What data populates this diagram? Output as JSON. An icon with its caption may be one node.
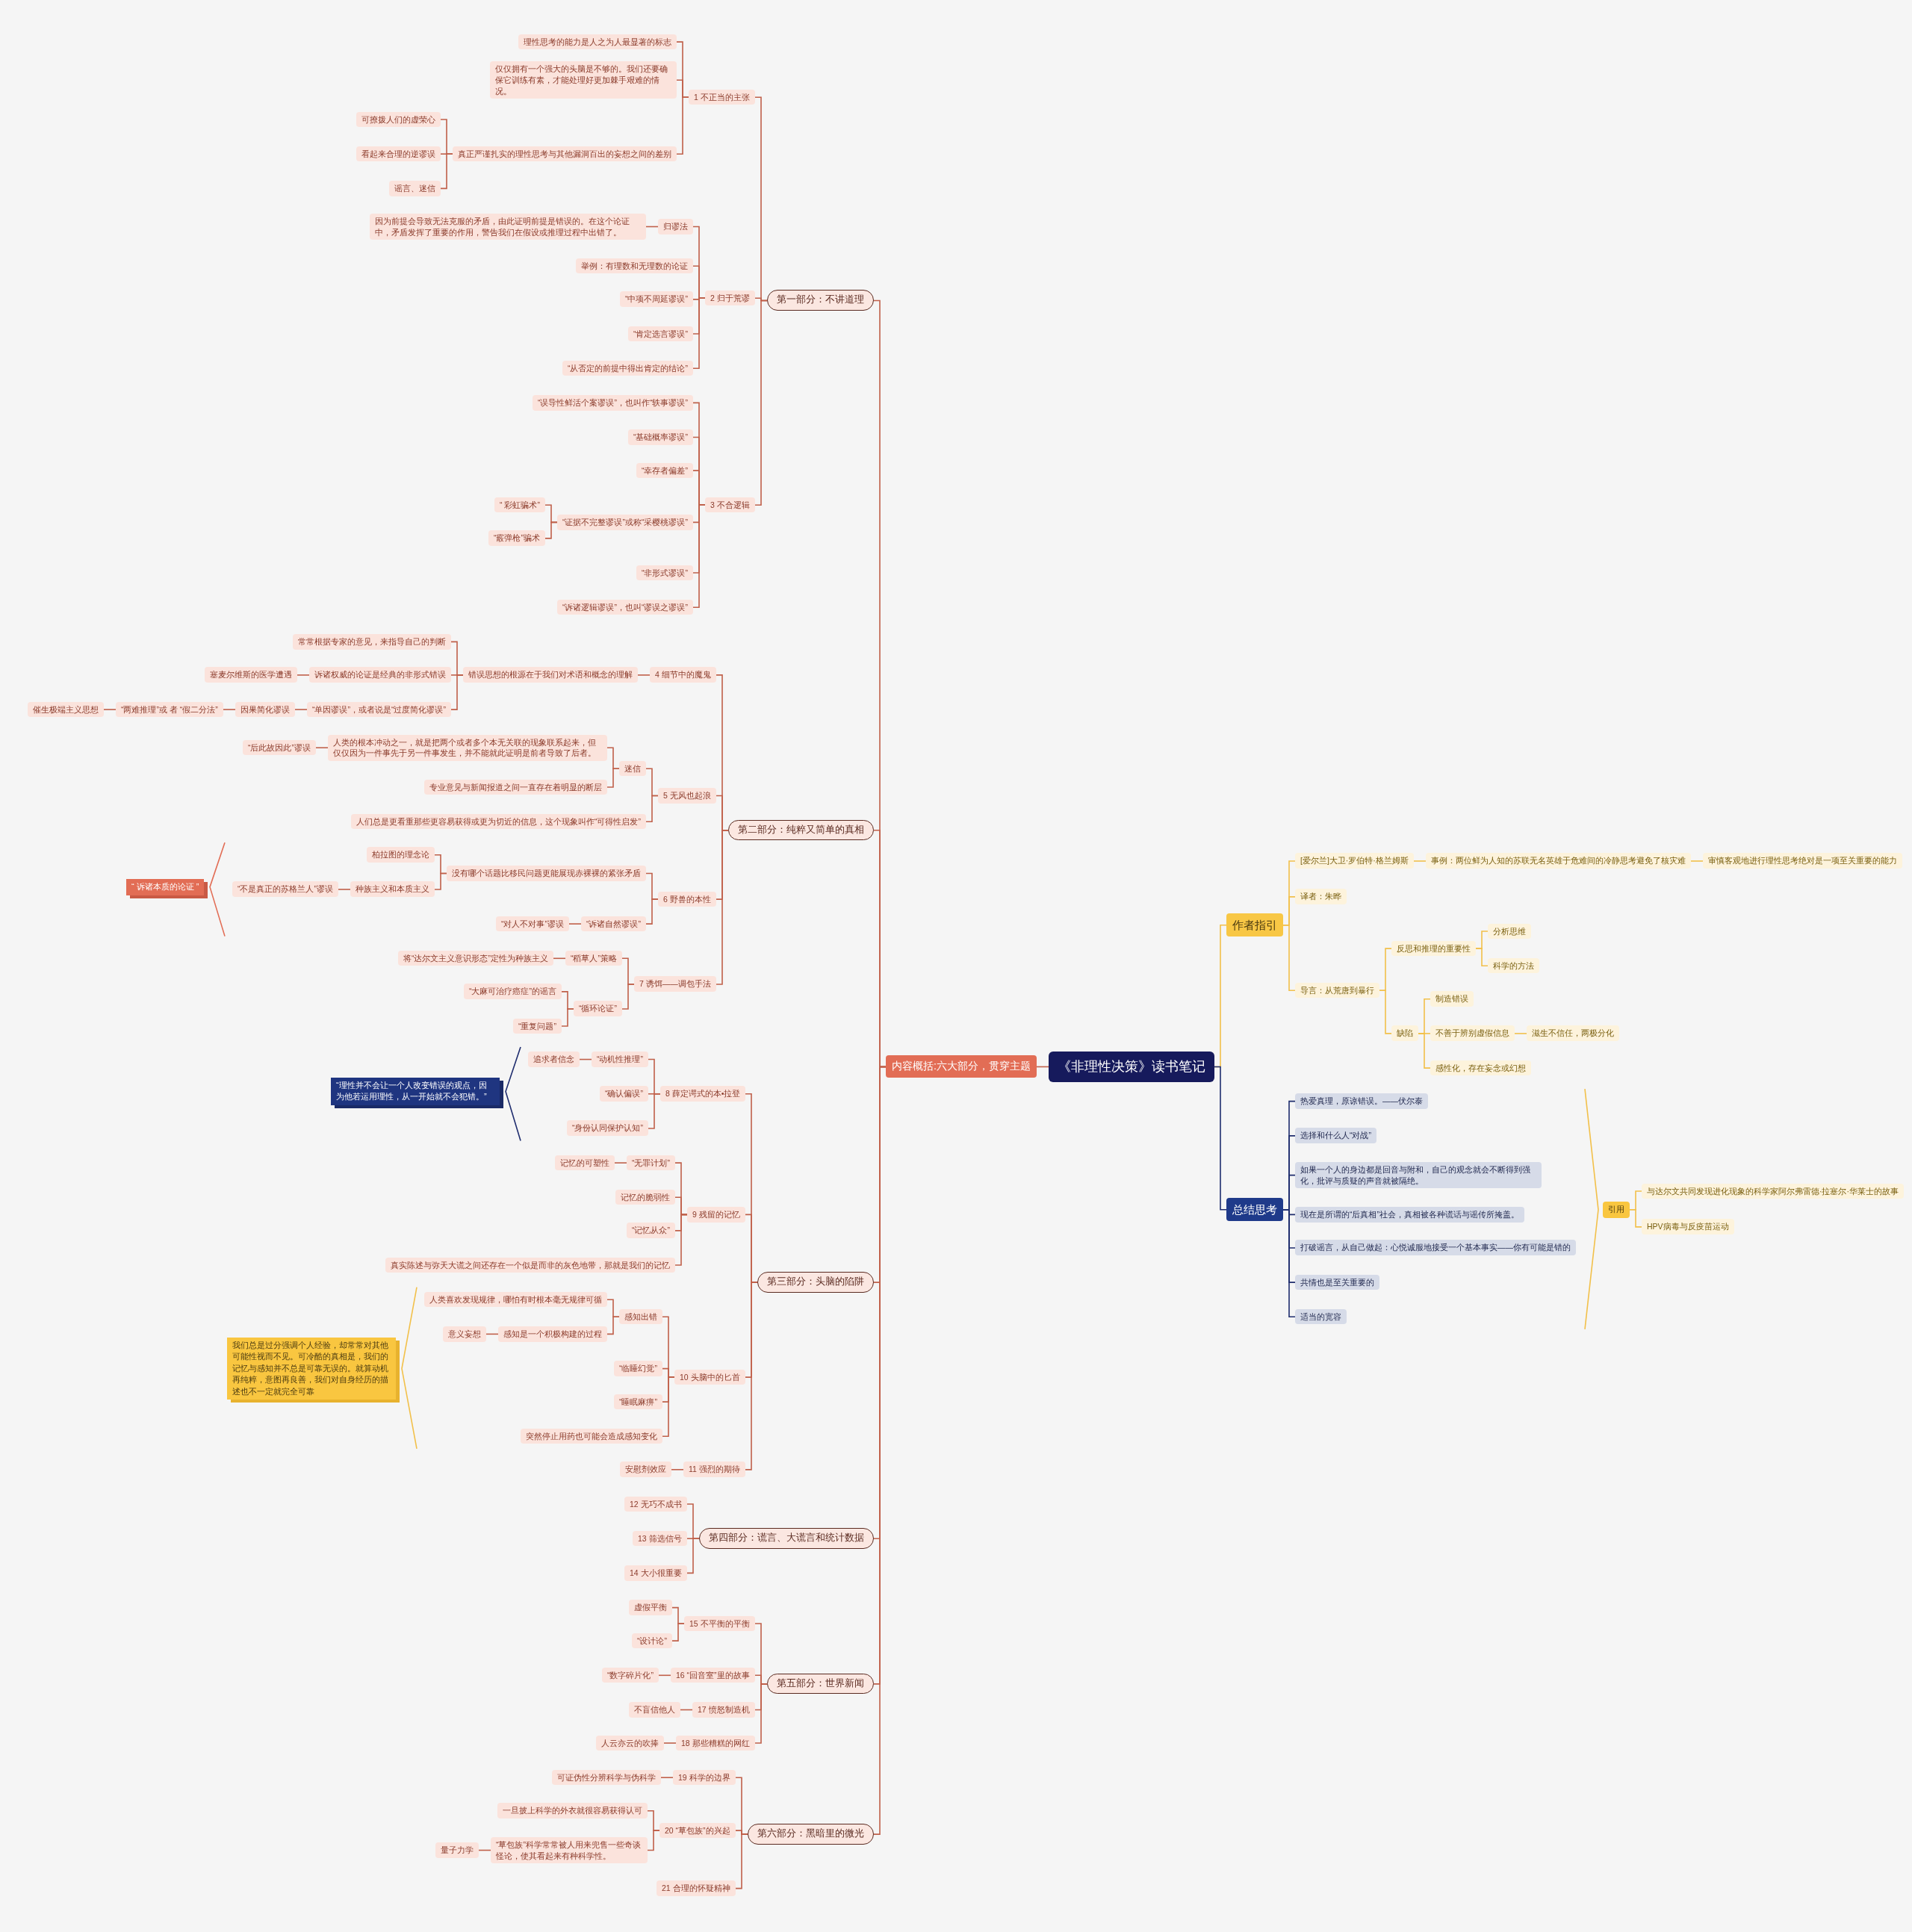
{
  "diagram": {
    "nodes": [
      {
        "text": [
          "《非理性决策》读书笔记"
        ]
      },
      {
        "text": [
          "内容概括:六大部分，贯穿主题"
        ]
      },
      {
        "text": [
          "第一部分：不讲道理"
        ]
      },
      {
        "text": [
          "1 不正当的主张"
        ]
      },
      {
        "text": [
          "理性思考的能力是人之为人最显著的标志"
        ]
      },
      {
        "text": [
          "仅仅拥有一个强大的头脑是不够的。我们还要确保它训练有素，才能处理好更加棘手艰难的情况。"
        ]
      },
      {
        "text": [
          "真正严谨扎实的理性思考与其他漏洞百出的妄想之间的差别"
        ]
      },
      {
        "text": [
          "可撩拨人们的虚荣心"
        ]
      },
      {
        "text": [
          "看起来合理的逆谬误"
        ]
      },
      {
        "text": [
          "谣言、迷信"
        ]
      },
      {
        "text": [
          "2 归于荒谬"
        ]
      },
      {
        "text": [
          "归谬法"
        ]
      },
      {
        "text": [
          "因为前提会导致无法克服的矛盾，由此证明前提是错误的。在这个论证中，矛盾发挥了重要的作用，警告我们在假设或推理过程中出错了。"
        ]
      },
      {
        "text": [
          "举例：有理数和无理数的论证"
        ]
      },
      {
        "text": [
          "“中项不周延谬误”"
        ]
      },
      {
        "text": [
          "“肯定选言谬误”"
        ]
      },
      {
        "text": [
          "“从否定的前提中得出肯定的结论”"
        ]
      },
      {
        "text": [
          "3 不合逻辑"
        ]
      },
      {
        "text": [
          "“误导性鲜活个案谬误”，也叫作“轶事谬误”"
        ]
      },
      {
        "text": [
          "“基础概率谬误”"
        ]
      },
      {
        "text": [
          "“幸存者偏差”"
        ]
      },
      {
        "text": [
          "“证据不完整谬误”或称“采樱桃谬误”"
        ]
      },
      {
        "text": [
          "“ 彩虹骗术”"
        ]
      },
      {
        "text": [
          "“霰弹枪”骗术"
        ]
      },
      {
        "text": [
          "“非形式谬误”"
        ]
      },
      {
        "text": [
          "“诉诸逻辑谬误”，也叫“谬误之谬误”"
        ]
      },
      {
        "text": [
          "第二部分：纯粹又简单的真相"
        ]
      },
      {
        "text": [
          "4 细节中的魔鬼"
        ]
      },
      {
        "text": [
          "错误思想的根源在于我们对术语和概念的理解"
        ]
      },
      {
        "text": [
          "常常根据专家的意见，来指导自己的判断"
        ]
      },
      {
        "text": [
          "诉诸权威的论证是经典的非形式错误"
        ]
      },
      {
        "text": [
          "塞麦尔维斯的医学遭遇"
        ]
      },
      {
        "text": [
          "“单因谬误”，或者说是“过度简化谬误”"
        ]
      },
      {
        "text": [
          "因果简化谬误"
        ]
      },
      {
        "text": [
          "“两难推理”或 者 “假二分法”"
        ]
      },
      {
        "text": [
          "催生极端主义思想"
        ]
      },
      {
        "text": [
          "5 无风也起浪"
        ]
      },
      {
        "text": [
          "迷信"
        ]
      },
      {
        "text": [
          "人类的根本冲动之一，就是把两个或者多个本无关联的现象联系起来，但仅仅因为一件事先于另一件事发生，并不能就此证明是前者导致了后者。"
        ]
      },
      {
        "text": [
          "“后此故因此”谬误"
        ]
      },
      {
        "text": [
          "专业意见与新闻报道之间一直存在着明显的断层"
        ]
      },
      {
        "text": [
          "人们总是更看重那些更容易获得或更为切近的信息，这个现象叫作“可得性启发”"
        ]
      },
      {
        "text": [
          "6 野兽的本性"
        ]
      },
      {
        "text": [
          "没有哪个话题比移民问题更能展现赤裸裸的紧张矛盾"
        ]
      },
      {
        "text": [
          "柏拉图的理念论"
        ]
      },
      {
        "text": [
          "种族主义和本质主义"
        ]
      },
      {
        "text": [
          "“不是真正的苏格兰人”谬误"
        ]
      },
      {
        "text": [
          "“诉诸自然谬误”"
        ]
      },
      {
        "text": [
          "“对人不对事”谬误"
        ]
      },
      {
        "text": [
          "“ 诉诸本质的论证 ”"
        ]
      },
      {
        "text": [
          "7 诱饵——调包手法"
        ]
      },
      {
        "text": [
          "“稻草人”策略"
        ]
      },
      {
        "text": [
          "将“达尔文主义意识形态”定性为种族主义"
        ]
      },
      {
        "text": [
          "“循环论证”"
        ]
      },
      {
        "text": [
          "“大麻可治疗癌症”的谣言"
        ]
      },
      {
        "text": [
          "“重复问题”"
        ]
      },
      {
        "text": [
          "第三部分：头脑的陷阱"
        ]
      },
      {
        "text": [
          "8 薛定谔式的本•拉登"
        ]
      },
      {
        "text": [
          "“动机性推理”"
        ]
      },
      {
        "text": [
          "追求者信念"
        ]
      },
      {
        "text": [
          "“确认偏误”"
        ]
      },
      {
        "text": [
          "“身份认同保护认知”"
        ]
      },
      {
        "text": [
          "“理性并不会让一个人改变错误的观点，因为他若运用理性，从一开始就不会犯错。”"
        ]
      },
      {
        "text": [
          "9 残留的记忆"
        ]
      },
      {
        "text": [
          "“无罪计划”"
        ]
      },
      {
        "text": [
          "记忆的可塑性"
        ]
      },
      {
        "text": [
          "记忆的脆弱性"
        ]
      },
      {
        "text": [
          "“记忆从众”"
        ]
      },
      {
        "text": [
          "真实陈述与弥天大谎之间还存在一个似是而非的灰色地带，那就是我们的记忆"
        ]
      },
      {
        "text": [
          "10 头脑中的匕首"
        ]
      },
      {
        "text": [
          "感知出错"
        ]
      },
      {
        "text": [
          "人类喜欢发现规律，哪怕有时根本毫无规律可循"
        ]
      },
      {
        "text": [
          "感知是一个积极构建的过程"
        ]
      },
      {
        "text": [
          "意义妄想"
        ]
      },
      {
        "text": [
          "“临睡幻觉”"
        ]
      },
      {
        "text": [
          "“睡眠麻痹”"
        ]
      },
      {
        "text": [
          "突然停止用药也可能会造成感知变化"
        ]
      },
      {
        "text": [
          "我们总是过分强调个人经验，却常常对其他可能性视而不见。可冷酷的真相是，我们的记忆与感知并不总是可靠无误的。就算动机再纯粹，意图再良善，我们对自身经历的描述也不一定就完全可靠"
        ]
      },
      {
        "text": [
          "11 强烈的期待"
        ]
      },
      {
        "text": [
          "安慰剂效应"
        ]
      },
      {
        "text": [
          "第四部分：谎言、大谎言和统计数据"
        ]
      },
      {
        "text": [
          "12 无巧不成书"
        ]
      },
      {
        "text": [
          "13 筛选信号"
        ]
      },
      {
        "text": [
          "14 大小很重要"
        ]
      },
      {
        "text": [
          "第五部分：世界新闻"
        ]
      },
      {
        "text": [
          "15 不平衡的平衡"
        ]
      },
      {
        "text": [
          "虚假平衡"
        ]
      },
      {
        "text": [
          "“设计论”"
        ]
      },
      {
        "text": [
          "16 “回音室”里的故事"
        ]
      },
      {
        "text": [
          "“数字碎片化”"
        ]
      },
      {
        "text": [
          "17 愤怒制造机"
        ]
      },
      {
        "text": [
          "不盲信他人"
        ]
      },
      {
        "text": [
          "18 那些糟糕的网红"
        ]
      },
      {
        "text": [
          "人云亦云的吹捧"
        ]
      },
      {
        "text": [
          "第六部分：黑暗里的微光"
        ]
      },
      {
        "text": [
          "19 科学的边界"
        ]
      },
      {
        "text": [
          "可证伪性分辨科学与伪科学"
        ]
      },
      {
        "text": [
          "20 “草包族”的兴起"
        ]
      },
      {
        "text": [
          "一旦披上科学的外衣就很容易获得认可"
        ]
      },
      {
        "text": [
          "“草包族”科学常常被人用来兜售一些奇谈怪论，使其看起来有种科学性。"
        ]
      },
      {
        "text": [
          "量子力学"
        ]
      },
      {
        "text": [
          "21 合理的怀疑精神"
        ]
      },
      {
        "text": [
          "作者指引"
        ]
      },
      {
        "text": [
          "[爱尔兰]大卫·罗伯特·格兰姆斯"
        ]
      },
      {
        "text": [
          "事例：两位鲜为人知的苏联无名英雄于危难间的冷静思考避免了核灾难"
        ]
      },
      {
        "text": [
          "审慎客观地进行理性思考绝对是一项至关重要的能力"
        ]
      },
      {
        "text": [
          "译者：朱晔"
        ]
      },
      {
        "text": [
          "导言：从荒唐到暴行"
        ]
      },
      {
        "text": [
          "反思和推理的重要性"
        ]
      },
      {
        "text": [
          "分析思维"
        ]
      },
      {
        "text": [
          "科学的方法"
        ]
      },
      {
        "text": [
          "缺陷"
        ]
      },
      {
        "text": [
          "制造错误"
        ]
      },
      {
        "text": [
          "不善于辨别虚假信息"
        ]
      },
      {
        "text": [
          "滋生不信任，两极分化"
        ]
      },
      {
        "text": [
          "感性化，存在妄念或幻想"
        ]
      },
      {
        "text": [
          "总结思考"
        ]
      },
      {
        "text": [
          "热爱真理，原谅错误。——伏尔泰"
        ]
      },
      {
        "text": [
          "选择和什么人“对战”"
        ]
      },
      {
        "text": [
          "如果一个人的身边都是回音与附和，自己的观念就会不断得到强化，批评与质疑的声音就被隔绝。"
        ]
      },
      {
        "text": [
          "现在是所谓的“后真相”社会，真相被各种谎话与谣传所掩盖。"
        ]
      },
      {
        "text": [
          "打破谣言，从自己做起：心悦诚服地接受一个基本事实——你有可能是错的"
        ]
      },
      {
        "text": [
          "共情也是至关重要的"
        ]
      },
      {
        "text": [
          "适当的宽容"
        ]
      },
      {
        "text": [
          "引用"
        ]
      },
      {
        "text": [
          "与达尔文共同发现进化现象的科学家阿尔弗雷德·拉塞尔·华莱士的故事"
        ]
      },
      {
        "text": [
          "HPV病毒与反疫苗运动"
        ]
      }
    ],
    "edges": [
      {
        "from": 0,
        "to": 1,
        "arrow": "none"
      },
      {
        "from": 1,
        "to": 2,
        "arrow": "none"
      },
      {
        "from": 2,
        "to": 3,
        "arrow": "none"
      },
      {
        "from": 3,
        "to": 4,
        "arrow": "none"
      },
      {
        "from": 3,
        "to": 5,
        "arrow": "none"
      },
      {
        "from": 3,
        "to": 6,
        "arrow": "none"
      },
      {
        "from": 6,
        "to": 7,
        "arrow": "none"
      },
      {
        "from": 6,
        "to": 8,
        "arrow": "none"
      },
      {
        "from": 6,
        "to": 9,
        "arrow": "none"
      },
      {
        "from": 2,
        "to": 10,
        "arrow": "none"
      },
      {
        "from": 10,
        "to": 11,
        "arrow": "none"
      },
      {
        "from": 11,
        "to": 12,
        "arrow": "none"
      },
      {
        "from": 10,
        "to": 13,
        "arrow": "none"
      },
      {
        "from": 10,
        "to": 14,
        "arrow": "none"
      },
      {
        "from": 10,
        "to": 15,
        "arrow": "none"
      },
      {
        "from": 10,
        "to": 16,
        "arrow": "none"
      },
      {
        "from": 2,
        "to": 17,
        "arrow": "none"
      },
      {
        "from": 17,
        "to": 18,
        "arrow": "none"
      },
      {
        "from": 17,
        "to": 19,
        "arrow": "none"
      },
      {
        "from": 17,
        "to": 20,
        "arrow": "none"
      },
      {
        "from": 17,
        "to": 21,
        "arrow": "none"
      },
      {
        "from": 21,
        "to": 22,
        "arrow": "none"
      },
      {
        "from": 21,
        "to": 23,
        "arrow": "none"
      },
      {
        "from": 17,
        "to": 24,
        "arrow": "none"
      },
      {
        "from": 17,
        "to": 25,
        "arrow": "none"
      },
      {
        "from": 1,
        "to": 26,
        "arrow": "none"
      },
      {
        "from": 26,
        "to": 27,
        "arrow": "none"
      },
      {
        "from": 27,
        "to": 28,
        "arrow": "none"
      },
      {
        "from": 28,
        "to": 29,
        "arrow": "none"
      },
      {
        "from": 28,
        "to": 30,
        "arrow": "none"
      },
      {
        "from": 30,
        "to": 31,
        "arrow": "none"
      },
      {
        "from": 28,
        "to": 32,
        "arrow": "none"
      },
      {
        "from": 32,
        "to": 33,
        "arrow": "none"
      },
      {
        "from": 33,
        "to": 34,
        "arrow": "none"
      },
      {
        "from": 34,
        "to": 35,
        "arrow": "none"
      },
      {
        "from": 26,
        "to": 36,
        "arrow": "none"
      },
      {
        "from": 36,
        "to": 37,
        "arrow": "none"
      },
      {
        "from": 37,
        "to": 38,
        "arrow": "none"
      },
      {
        "from": 38,
        "to": 39,
        "arrow": "none"
      },
      {
        "from": 37,
        "to": 40,
        "arrow": "none"
      },
      {
        "from": 36,
        "to": 41,
        "arrow": "none"
      },
      {
        "from": 26,
        "to": 42,
        "arrow": "none"
      },
      {
        "from": 42,
        "to": 43,
        "arrow": "none"
      },
      {
        "from": 43,
        "to": 44,
        "arrow": "none"
      },
      {
        "from": 43,
        "to": 45,
        "arrow": "none"
      },
      {
        "from": 45,
        "to": 46,
        "arrow": "none"
      },
      {
        "from": 42,
        "to": 47,
        "arrow": "none"
      },
      {
        "from": 47,
        "to": 48,
        "arrow": "none"
      },
      {
        "from": 26,
        "to": 50,
        "arrow": "none"
      },
      {
        "from": 50,
        "to": 51,
        "arrow": "none"
      },
      {
        "from": 51,
        "to": 52,
        "arrow": "none"
      },
      {
        "from": 50,
        "to": 53,
        "arrow": "none"
      },
      {
        "from": 53,
        "to": 54,
        "arrow": "none"
      },
      {
        "from": 53,
        "to": 55,
        "arrow": "none"
      },
      {
        "from": 1,
        "to": 56,
        "arrow": "none"
      },
      {
        "from": 56,
        "to": 57,
        "arrow": "none"
      },
      {
        "from": 57,
        "to": 58,
        "arrow": "none"
      },
      {
        "from": 58,
        "to": 59,
        "arrow": "none"
      },
      {
        "from": 57,
        "to": 60,
        "arrow": "none"
      },
      {
        "from": 57,
        "to": 61,
        "arrow": "none"
      },
      {
        "from": 56,
        "to": 63,
        "arrow": "none"
      },
      {
        "from": 63,
        "to": 64,
        "arrow": "none"
      },
      {
        "from": 64,
        "to": 65,
        "arrow": "none"
      },
      {
        "from": 63,
        "to": 66,
        "arrow": "none"
      },
      {
        "from": 63,
        "to": 67,
        "arrow": "none"
      },
      {
        "from": 63,
        "to": 68,
        "arrow": "none"
      },
      {
        "from": 56,
        "to": 69,
        "arrow": "none"
      },
      {
        "from": 69,
        "to": 70,
        "arrow": "none"
      },
      {
        "from": 70,
        "to": 71,
        "arrow": "none"
      },
      {
        "from": 70,
        "to": 72,
        "arrow": "none"
      },
      {
        "from": 72,
        "to": 73,
        "arrow": "none"
      },
      {
        "from": 69,
        "to": 74,
        "arrow": "none"
      },
      {
        "from": 69,
        "to": 75,
        "arrow": "none"
      },
      {
        "from": 69,
        "to": 76,
        "arrow": "none"
      },
      {
        "from": 56,
        "to": 78,
        "arrow": "none"
      },
      {
        "from": 78,
        "to": 79,
        "arrow": "none"
      },
      {
        "from": 1,
        "to": 80,
        "arrow": "none"
      },
      {
        "from": 80,
        "to": 81,
        "arrow": "none"
      },
      {
        "from": 80,
        "to": 82,
        "arrow": "none"
      },
      {
        "from": 80,
        "to": 83,
        "arrow": "none"
      },
      {
        "from": 1,
        "to": 84,
        "arrow": "none"
      },
      {
        "from": 84,
        "to": 85,
        "arrow": "none"
      },
      {
        "from": 85,
        "to": 86,
        "arrow": "none"
      },
      {
        "from": 85,
        "to": 87,
        "arrow": "none"
      },
      {
        "from": 84,
        "to": 88,
        "arrow": "none"
      },
      {
        "from": 88,
        "to": 89,
        "arrow": "none"
      },
      {
        "from": 84,
        "to": 90,
        "arrow": "none"
      },
      {
        "from": 90,
        "to": 91,
        "arrow": "none"
      },
      {
        "from": 84,
        "to": 92,
        "arrow": "none"
      },
      {
        "from": 92,
        "to": 93,
        "arrow": "none"
      },
      {
        "from": 1,
        "to": 94,
        "arrow": "none"
      },
      {
        "from": 94,
        "to": 95,
        "arrow": "none"
      },
      {
        "from": 95,
        "to": 96,
        "arrow": "none"
      },
      {
        "from": 94,
        "to": 97,
        "arrow": "none"
      },
      {
        "from": 97,
        "to": 98,
        "arrow": "none"
      },
      {
        "from": 97,
        "to": 99,
        "arrow": "none"
      },
      {
        "from": 99,
        "to": 100,
        "arrow": "none"
      },
      {
        "from": 94,
        "to": 101,
        "arrow": "none"
      },
      {
        "from": 0,
        "to": 102,
        "arrow": "none",
        "color": "#f2c04a"
      },
      {
        "from": 102,
        "to": 103,
        "arrow": "none",
        "color": "#f2c04a"
      },
      {
        "from": 103,
        "to": 104,
        "arrow": "none",
        "color": "#f2c04a"
      },
      {
        "from": 104,
        "to": 105,
        "arrow": "none",
        "color": "#f2c04a"
      },
      {
        "from": 102,
        "to": 106,
        "arrow": "none",
        "color": "#f2c04a"
      },
      {
        "from": 102,
        "to": 107,
        "arrow": "none",
        "color": "#f2c04a"
      },
      {
        "from": 107,
        "to": 108,
        "arrow": "none",
        "color": "#f2c04a"
      },
      {
        "from": 108,
        "to": 109,
        "arrow": "none",
        "color": "#f2c04a"
      },
      {
        "from": 108,
        "to": 110,
        "arrow": "none",
        "color": "#f2c04a"
      },
      {
        "from": 107,
        "to": 111,
        "arrow": "none",
        "color": "#f2c04a"
      },
      {
        "from": 111,
        "to": 112,
        "arrow": "none",
        "color": "#f2c04a"
      },
      {
        "from": 111,
        "to": 113,
        "arrow": "none",
        "color": "#f2c04a"
      },
      {
        "from": 113,
        "to": 114,
        "arrow": "none",
        "color": "#f2c04a"
      },
      {
        "from": 111,
        "to": 115,
        "arrow": "none",
        "color": "#f2c04a"
      },
      {
        "from": 0,
        "to": 116,
        "arrow": "none",
        "color": "#1f2d6e"
      },
      {
        "from": 116,
        "to": 117,
        "arrow": "none",
        "color": "#1f2d6e"
      },
      {
        "from": 116,
        "to": 118,
        "arrow": "none",
        "color": "#1f2d6e"
      },
      {
        "from": 116,
        "to": 119,
        "arrow": "none",
        "color": "#1f2d6e"
      },
      {
        "from": 116,
        "to": 120,
        "arrow": "none",
        "color": "#1f2d6e"
      },
      {
        "from": 116,
        "to": 121,
        "arrow": "none",
        "color": "#1f2d6e"
      },
      {
        "from": 116,
        "to": 122,
        "arrow": "none",
        "color": "#1f2d6e"
      },
      {
        "from": 116,
        "to": 123,
        "arrow": "none",
        "color": "#1f2d6e"
      },
      {
        "from": 124,
        "to": 125,
        "arrow": "none",
        "color": "#f2c04a"
      },
      {
        "from": 124,
        "to": 126,
        "arrow": "none",
        "color": "#f2c04a"
      }
    ]
  }
}
